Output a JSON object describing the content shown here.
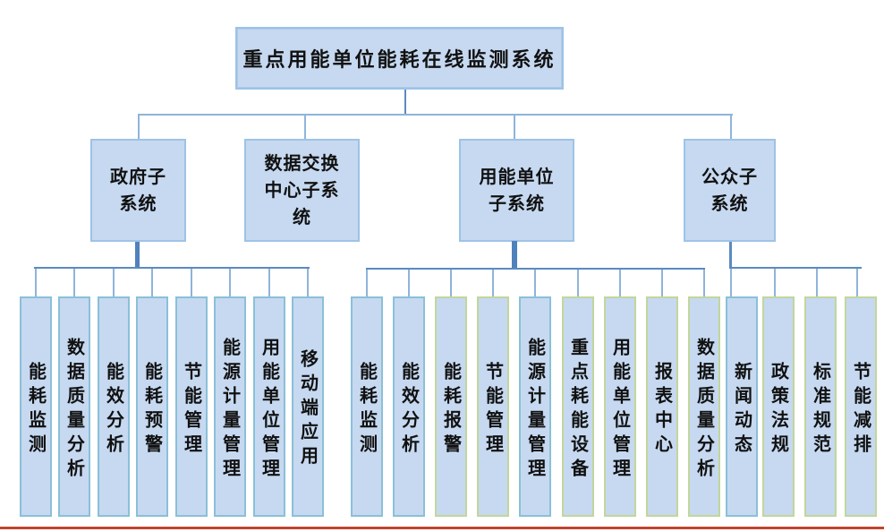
{
  "diagram_title": "重点用能单位能耗在线监测系统",
  "root": {
    "label": "重点用能单位能耗在线监测系统"
  },
  "subsystems": [
    {
      "id": "government",
      "label": "政府子\n系统",
      "children": [
        "能耗监测",
        "数据质量分析",
        "能效分析",
        "能耗预警",
        "节能管理",
        "能源计量管理",
        "用能单位管理",
        "移动端应用"
      ]
    },
    {
      "id": "data-exchange-center",
      "label": "数据交换\n中心子系\n统",
      "children": []
    },
    {
      "id": "energy-consumer-unit",
      "label": "用能单位\n子系统",
      "children": [
        "能耗监测",
        "能效分析",
        "能耗报警",
        "节能管理",
        "能源计量管理",
        "重点耗能设备",
        "用能单位管理",
        "报表中心",
        "数据质量分析"
      ]
    },
    {
      "id": "public",
      "label": "公众子\n系统",
      "children": [
        "新闻动态",
        "政策法规",
        "标准规范",
        "节能减排"
      ]
    }
  ],
  "colors": {
    "box_fill": "#c6d9f1",
    "box_border_blue": "#9dc3e6",
    "module_border_blue": "#8ac0d8",
    "module_border_green": "#c2d69b",
    "connector_line": "#8fb4da",
    "connector_line_thick": "#4f81bd",
    "bottom_rule_red": "#c0452f",
    "background": "#ffffff"
  }
}
